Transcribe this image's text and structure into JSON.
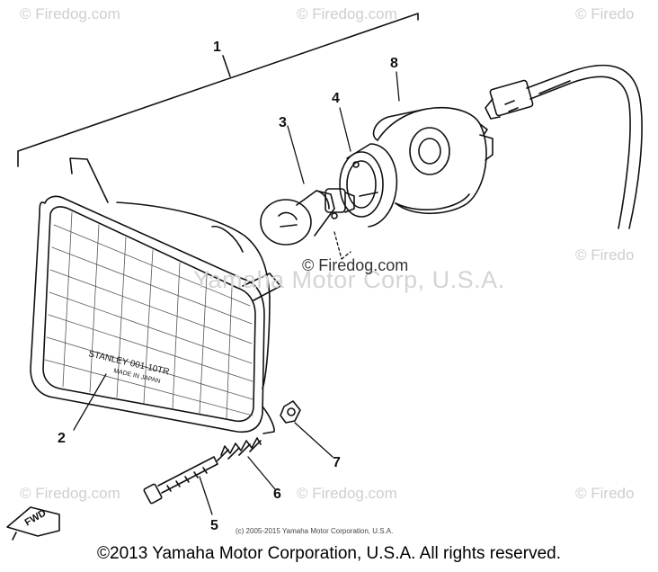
{
  "watermarks": {
    "top_left": "© Firedog.com",
    "top_middle": "© Firedog.com",
    "top_right": "© Firedo",
    "right_mid": "© Firedo",
    "center": "© Firedog.com",
    "bottom_left": "© Firedog.com",
    "bottom_middle": "© Firedog.com",
    "bottom_right": "© Firedo",
    "faint_line": "Yamaha Motor Corp, U.S.A."
  },
  "callouts": [
    {
      "id": "1",
      "label": "1"
    },
    {
      "id": "2",
      "label": "2"
    },
    {
      "id": "3",
      "label": "3"
    },
    {
      "id": "4",
      "label": "4"
    },
    {
      "id": "5",
      "label": "5"
    },
    {
      "id": "6",
      "label": "6"
    },
    {
      "id": "7",
      "label": "7"
    },
    {
      "id": "8",
      "label": "8"
    }
  ],
  "lens_text": {
    "line1": "STANLEY 001-10TR",
    "line2": "MADE IN JAPAN"
  },
  "fwd_label": "FWD",
  "copyright_small": "(c) 2005-2015 Yamaha Motor Corporation, U.S.A.",
  "copyright_main": "©2013 Yamaha Motor Corporation, U.S.A. All rights reserved."
}
